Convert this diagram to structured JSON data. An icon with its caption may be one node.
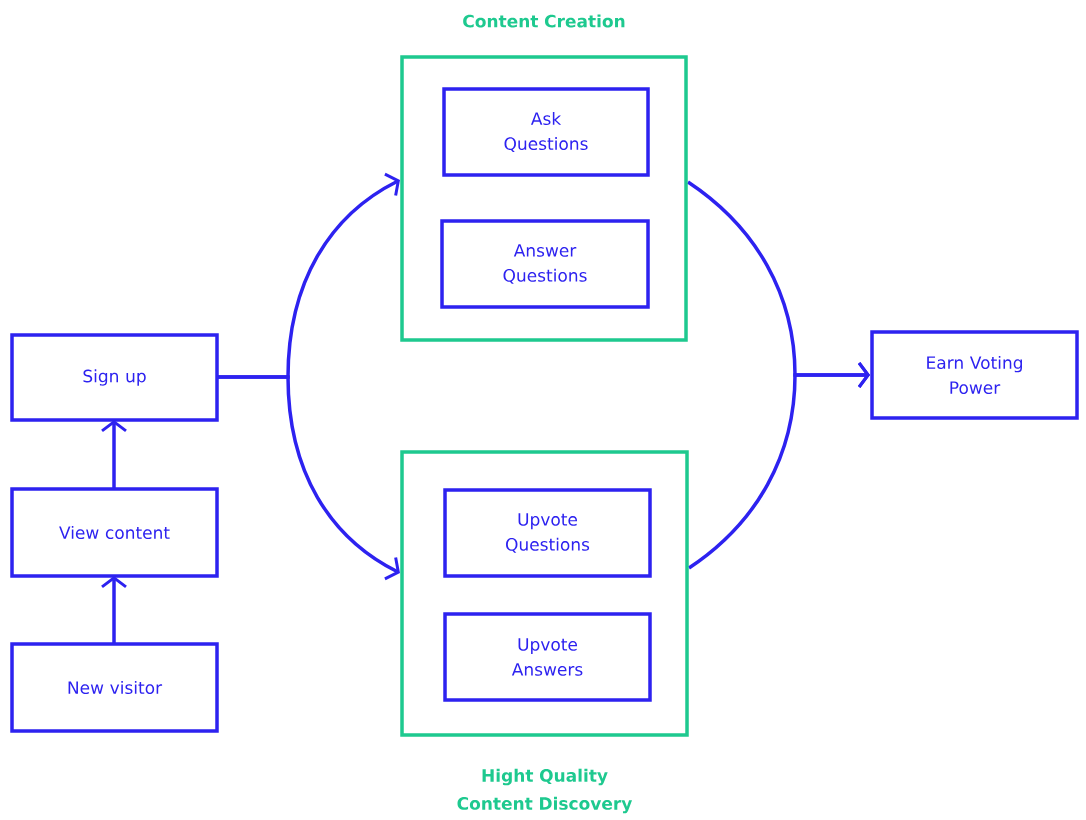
{
  "diagram": {
    "nodes": [
      {
        "text": [
          "Content Creation"
        ]
      },
      {
        "text": [
          "Ask Questions"
        ],
        "in": 0
      },
      {
        "text": [
          "Answer Questions"
        ],
        "in": 0
      },
      {
        "text": [
          "Hight Quality Content Discovery"
        ]
      },
      {
        "text": [
          "Upvote Questions"
        ],
        "in": 3
      },
      {
        "text": [
          "Upvote Answers"
        ],
        "in": 3
      },
      {
        "text": [
          "Sign up"
        ]
      },
      {
        "text": [
          "View content"
        ]
      },
      {
        "text": [
          "New visitor"
        ]
      },
      {
        "text": [
          "Earn Voting Power"
        ]
      }
    ],
    "edges": [
      {
        "from": 8,
        "to": 7,
        "arrow": "to"
      },
      {
        "from": 7,
        "to": 6,
        "arrow": "to"
      },
      {
        "from": 6,
        "to": 0,
        "arrow": "to"
      },
      {
        "from": 6,
        "to": 3,
        "arrow": "to"
      },
      {
        "from": 0,
        "to": 9,
        "arrow": "to"
      },
      {
        "from": 3,
        "to": 9,
        "arrow": "to"
      }
    ]
  }
}
